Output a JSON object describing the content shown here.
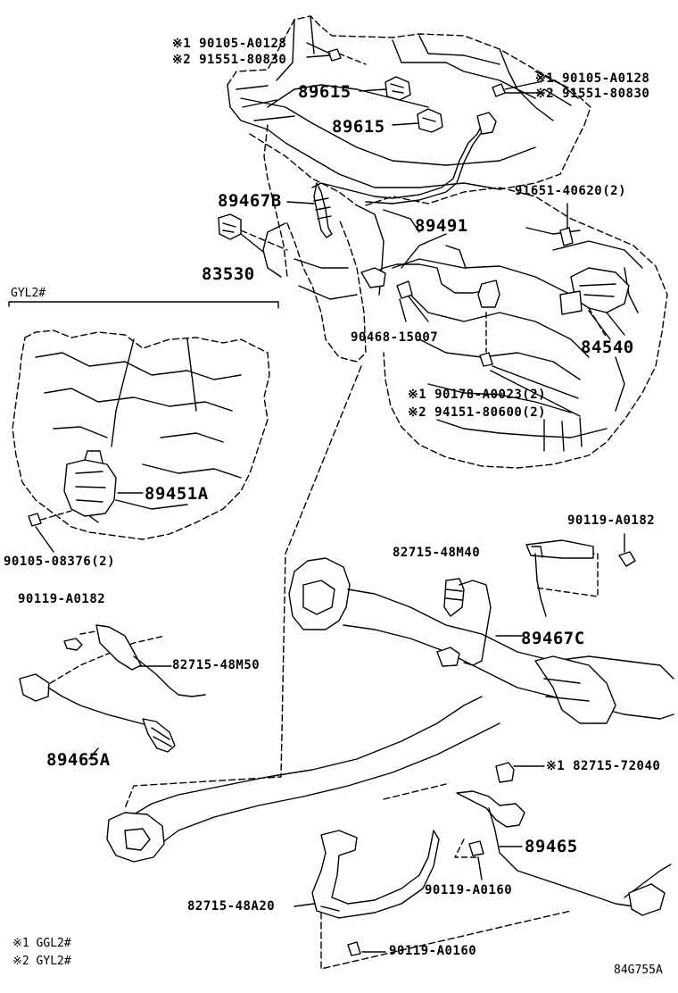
{
  "labels": {
    "sensor_89615_top": "89615",
    "sensor_89615_mid": "89615",
    "sensor_89467B": "89467B",
    "switch_83530": "83530",
    "sensor_89491": "89491",
    "switch_84540": "84540",
    "sensor_89451A": "89451A",
    "sensor_89467C": "89467C",
    "sensor_89465A": "89465A",
    "sensor_89465": "89465",
    "pn_90105_A0128_left": "※1 90105-A0128",
    "pn_91551_80830_left": "※2 91551-80830",
    "pn_90105_A0128_right": "※1 90105-A0128",
    "pn_91551_80830_right": "※2 91551-80830",
    "pn_91651_40620": "91651-40620(2)",
    "pn_90468_15007": "90468-15007",
    "pn_90178_A0023": "※1 90178-A0023(2)",
    "pn_94151_80600": "※2 94151-80600(2)",
    "pn_90105_08376": "90105-08376(2)",
    "pn_90119_A0182_right": "90119-A0182",
    "pn_82715_48M40": "82715-48M40",
    "pn_90119_A0182_left": "90119-A0182",
    "pn_82715_48M50": "82715-48M50",
    "pn_82715_72040": "※1 82715-72040",
    "pn_90119_A0160_upper": "90119-A0160",
    "pn_82715_48A20": "82715-48A20",
    "pn_90119_A0160_lower": "90119-A0160",
    "group_gyl2": "GYL2#"
  },
  "legend": {
    "note1": "※1 GGL2#",
    "note2": "※2 GYL2#"
  },
  "diagram_code": "84G755A"
}
